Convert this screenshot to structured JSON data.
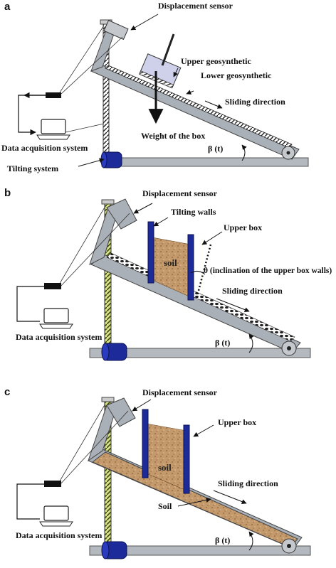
{
  "panels": [
    {
      "letter": "a",
      "labels": {
        "displacement_sensor": "Displacement sensor",
        "upper_geosynthetic": "Upper geosynthetic",
        "lower_geosynthetic": "Lower geosynthetic",
        "sliding_direction": "Sliding direction",
        "weight_of_box": "Weight of the box",
        "data_acquisition": "Data acquisition system",
        "tilting_system": "Tilting system",
        "beta": "β (t)"
      }
    },
    {
      "letter": "b",
      "labels": {
        "displacement_sensor": "Displacement sensor",
        "tilting_walls": "Tilting walls",
        "upper_box": "Upper box",
        "soil": "soil",
        "theta": "θ (inclination of the upper box walls)",
        "sliding_direction": "Sliding direction",
        "data_acquisition": "Data acquisition system",
        "beta": "β (t)"
      }
    },
    {
      "letter": "c",
      "labels": {
        "displacement_sensor": "Displacement sensor",
        "upper_box": "Upper box",
        "soil_box": "soil",
        "sliding_direction": "Sliding direction",
        "soil": "Soil",
        "data_acquisition": "Data acquisition system",
        "beta": "β (t)"
      }
    }
  ],
  "colors": {
    "base": "#b4b9bf",
    "ramp": "#aab0b7",
    "blue": "#1c2a9a",
    "soil": "#c49a6c",
    "box_a": "#cfd0ea",
    "rod_green": "#7c8f2a"
  }
}
